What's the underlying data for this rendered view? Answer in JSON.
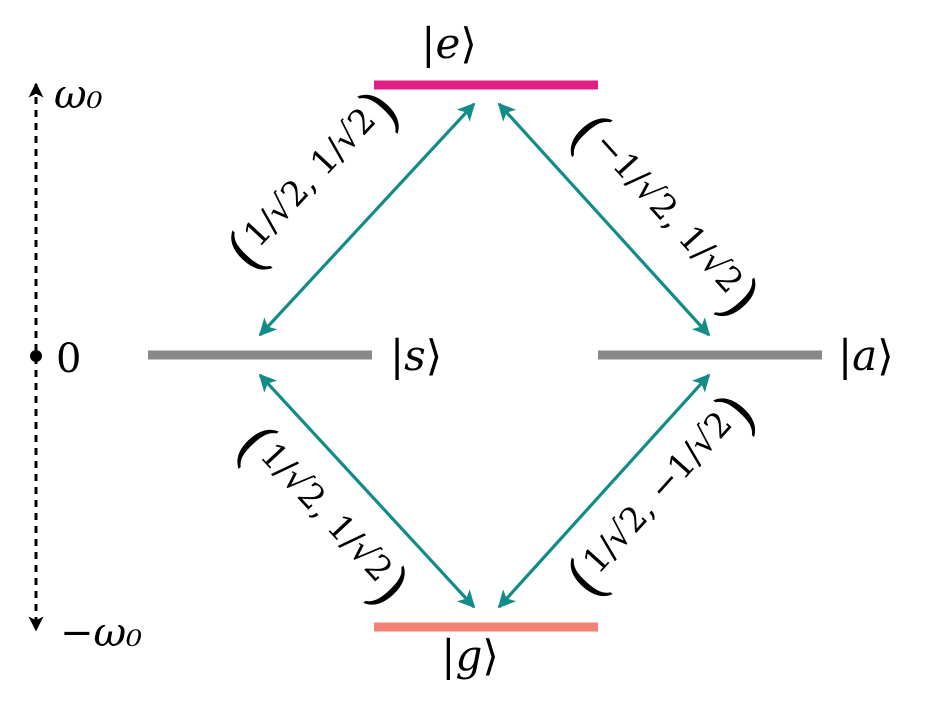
{
  "colors": {
    "excited": "#e01f86",
    "ground": "#f28272",
    "intermediate": "#888888",
    "transition": "#138b87",
    "axis": "#000000"
  },
  "levels": {
    "excited": {
      "label": "e"
    },
    "ground": {
      "label": "g"
    },
    "symmetric": {
      "label": "s"
    },
    "antisymmetric": {
      "label": "a"
    }
  },
  "energy_axis": {
    "top_label": "ω₀",
    "middle_label": "0",
    "bottom_label": "−ω₀"
  },
  "couplings": {
    "e_s": {
      "first": "1/√2",
      "second": "1/√2"
    },
    "e_a": {
      "first": "−1/√2",
      "second": "1/√2"
    },
    "s_g": {
      "first": "1/√2",
      "second": "1/√2"
    },
    "a_g": {
      "first": "1/√2",
      "second": "−1/√2"
    }
  }
}
